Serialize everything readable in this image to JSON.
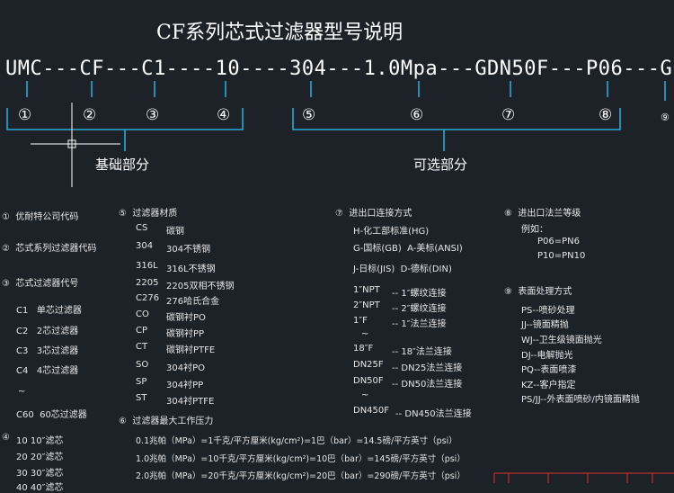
{
  "title": "CF系列芯式过滤器型号说明",
  "model_code": "UMC---CF---C1----10----304---1.0Mpa---GDN50F---P06---G",
  "circled_numbers": [
    "①",
    "②",
    "③",
    "④",
    "⑤",
    "⑥",
    "⑦",
    "⑧",
    "⑨"
  ],
  "groups": {
    "basic": "基础部分",
    "optional": "可选部分"
  },
  "col1": {
    "s1": {
      "mark": "①",
      "text": "优耐特公司代码"
    },
    "s2": {
      "mark": "②",
      "text": "芯式系列过滤器代码"
    },
    "s3": {
      "mark": "③",
      "text": "芯式过滤器代号"
    },
    "cores": [
      {
        "code": "C1",
        "desc": "单芯过滤器"
      },
      {
        "code": "C2",
        "desc": "2芯过滤器"
      },
      {
        "code": "C3",
        "desc": "3芯过滤器"
      },
      {
        "code": "C4",
        "desc": "4芯过滤器"
      }
    ],
    "tilde": "~",
    "c60": {
      "code": "C60",
      "desc": "60芯过滤器"
    },
    "s4": {
      "mark": "④",
      "rows": [
        {
          "code": "10",
          "desc": "10″滤芯"
        },
        {
          "code": "20",
          "desc": "20″滤芯"
        },
        {
          "code": "30",
          "desc": "30″滤芯"
        },
        {
          "code": "40",
          "desc": "40″滤芯"
        }
      ]
    }
  },
  "col2": {
    "s5": {
      "mark": "⑤",
      "title": "过滤器材质"
    },
    "materials": [
      {
        "code": "CS",
        "desc": "碳钢"
      },
      {
        "code": "304",
        "desc": "304不锈钢"
      },
      {
        "code": "316L",
        "desc": "316L不锈钢"
      },
      {
        "code": "2205",
        "desc": "2205双相不锈钢"
      },
      {
        "code": "C276",
        "desc": "276哈氏合金"
      },
      {
        "code": "CO",
        "desc": "碳钢衬PO"
      },
      {
        "code": "CP",
        "desc": "碳钢衬PP"
      },
      {
        "code": "CT",
        "desc": "碳钢衬PTFE"
      },
      {
        "code": "SO",
        "desc": "304衬PO"
      },
      {
        "code": "SP",
        "desc": "304衬PP"
      },
      {
        "code": "ST",
        "desc": "304衬PTFE"
      }
    ],
    "s6": {
      "mark": "⑥",
      "title": "过滤器最大工作压力"
    },
    "pressures": [
      "0.1兆帕（MPa）=1千克/平方厘米(kg/cm²)=1巴（bar）=14.5磅/平方英寸（psi）",
      "1.0兆帕（MPa）=10千克/平方厘米(kg/cm²)=10巴（bar）=145磅/平方英寸（psi）",
      "2.0兆帕（MPa）=20千克/平方厘米(kg/cm²)=20巴（bar）=290磅/平方英寸（psi）"
    ]
  },
  "col3": {
    "s7": {
      "mark": "⑦",
      "title": "进出口连接方式"
    },
    "std1": "H-化工部标准(HG)",
    "std2a": "G-国标(GB)",
    "std2b": "A-美标(ANSI)",
    "std3a": "J-日标(JIS)",
    "std3b": "D-德标(DIN)",
    "conns": [
      {
        "code": "1″NPT",
        "desc": "-- 1″螺纹连接"
      },
      {
        "code": "2″NPT",
        "desc": "-- 2″螺纹连接"
      },
      {
        "code": "1″F",
        "desc": "-- 1″法兰连接"
      }
    ],
    "tilde": "~",
    "conns2": [
      {
        "code": "18″F",
        "desc": "-- 18″法兰连接"
      },
      {
        "code": "DN25F",
        "desc": "-- DN25法兰连接"
      },
      {
        "code": "DN50F",
        "desc": "-- DN50法兰连接"
      }
    ],
    "dn450": {
      "code": "DN450F",
      "desc": "-- DN450法兰连接"
    }
  },
  "col4": {
    "s8": {
      "mark": "⑧",
      "title": "进出口法兰等级"
    },
    "example": "例如：",
    "ex1": "P06=PN6",
    "ex2": "P10=PN10",
    "s9": {
      "mark": "⑨",
      "title": "表面处理方式"
    },
    "surfaces": [
      "PS--喷砂处理",
      "JJ--镜面精抛",
      "WJ--卫生级镜面抛光",
      "DJ--电解抛光",
      "PQ--表面喷漆",
      "KZ--客户指定",
      "PS/JJ--外表面喷砂/内镜面精抛"
    ]
  },
  "colors": {
    "background": "#1d2229",
    "lines": "#2aa8d8",
    "accent": "#e03030"
  }
}
